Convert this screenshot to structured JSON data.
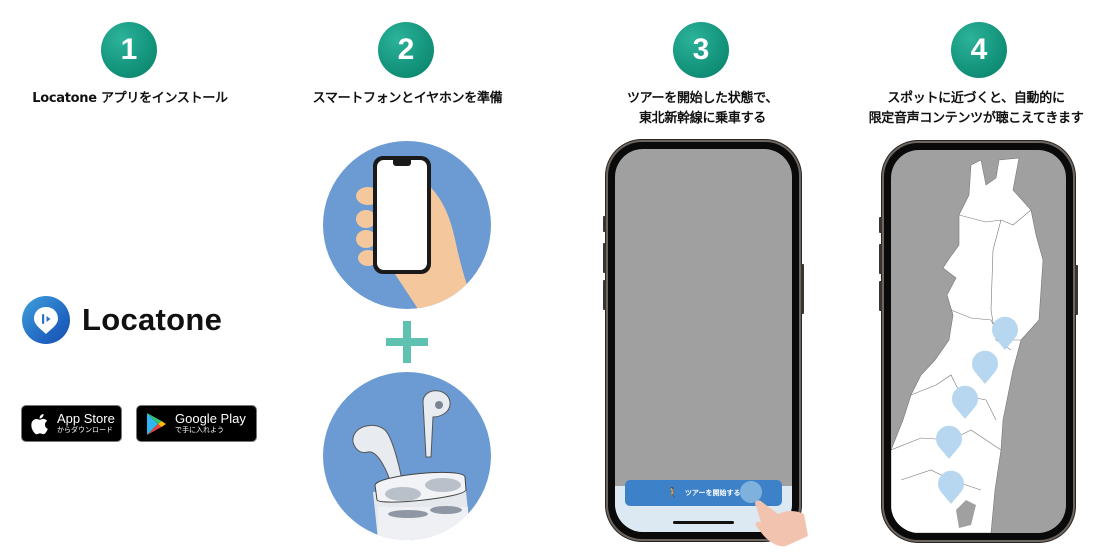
{
  "steps": [
    {
      "number": "1",
      "title": "Locatone アプリをインストール"
    },
    {
      "number": "2",
      "title": "スマートフォンとイヤホンを準備"
    },
    {
      "number": "3",
      "title_line1": "ツアーを開始した状態で、",
      "title_line2": "東北新幹線に乗車する"
    },
    {
      "number": "4",
      "title_line1": "スポットに近づくと、自動的に",
      "title_line2": "限定音声コンテンツが聴こえてきます"
    }
  ],
  "logo": {
    "text": "Locatone",
    "icon": "locatone-pin-icon"
  },
  "stores": {
    "app_store": {
      "main": "App Store",
      "sub": "からダウンロード",
      "icon": "apple-icon"
    },
    "google_play": {
      "main": "Google Play",
      "sub": "で手に入れよう",
      "icon": "google-play-icon"
    }
  },
  "illustrations": {
    "smartphone": "hand-holding-smartphone",
    "earphones": "wireless-earbuds-case",
    "plus": "+"
  },
  "phone3": {
    "button_label": "ツアーを開始する",
    "button_icon": "walking-person-icon"
  },
  "phone4": {
    "map": "tohoku-region-map",
    "spot_count": 5
  },
  "colors": {
    "badge": "#14967d",
    "illustration_bg": "#6b9bd2",
    "plus": "#5fc2b0",
    "pin": "#b7d7f0",
    "start_button": "#3d82c9"
  }
}
